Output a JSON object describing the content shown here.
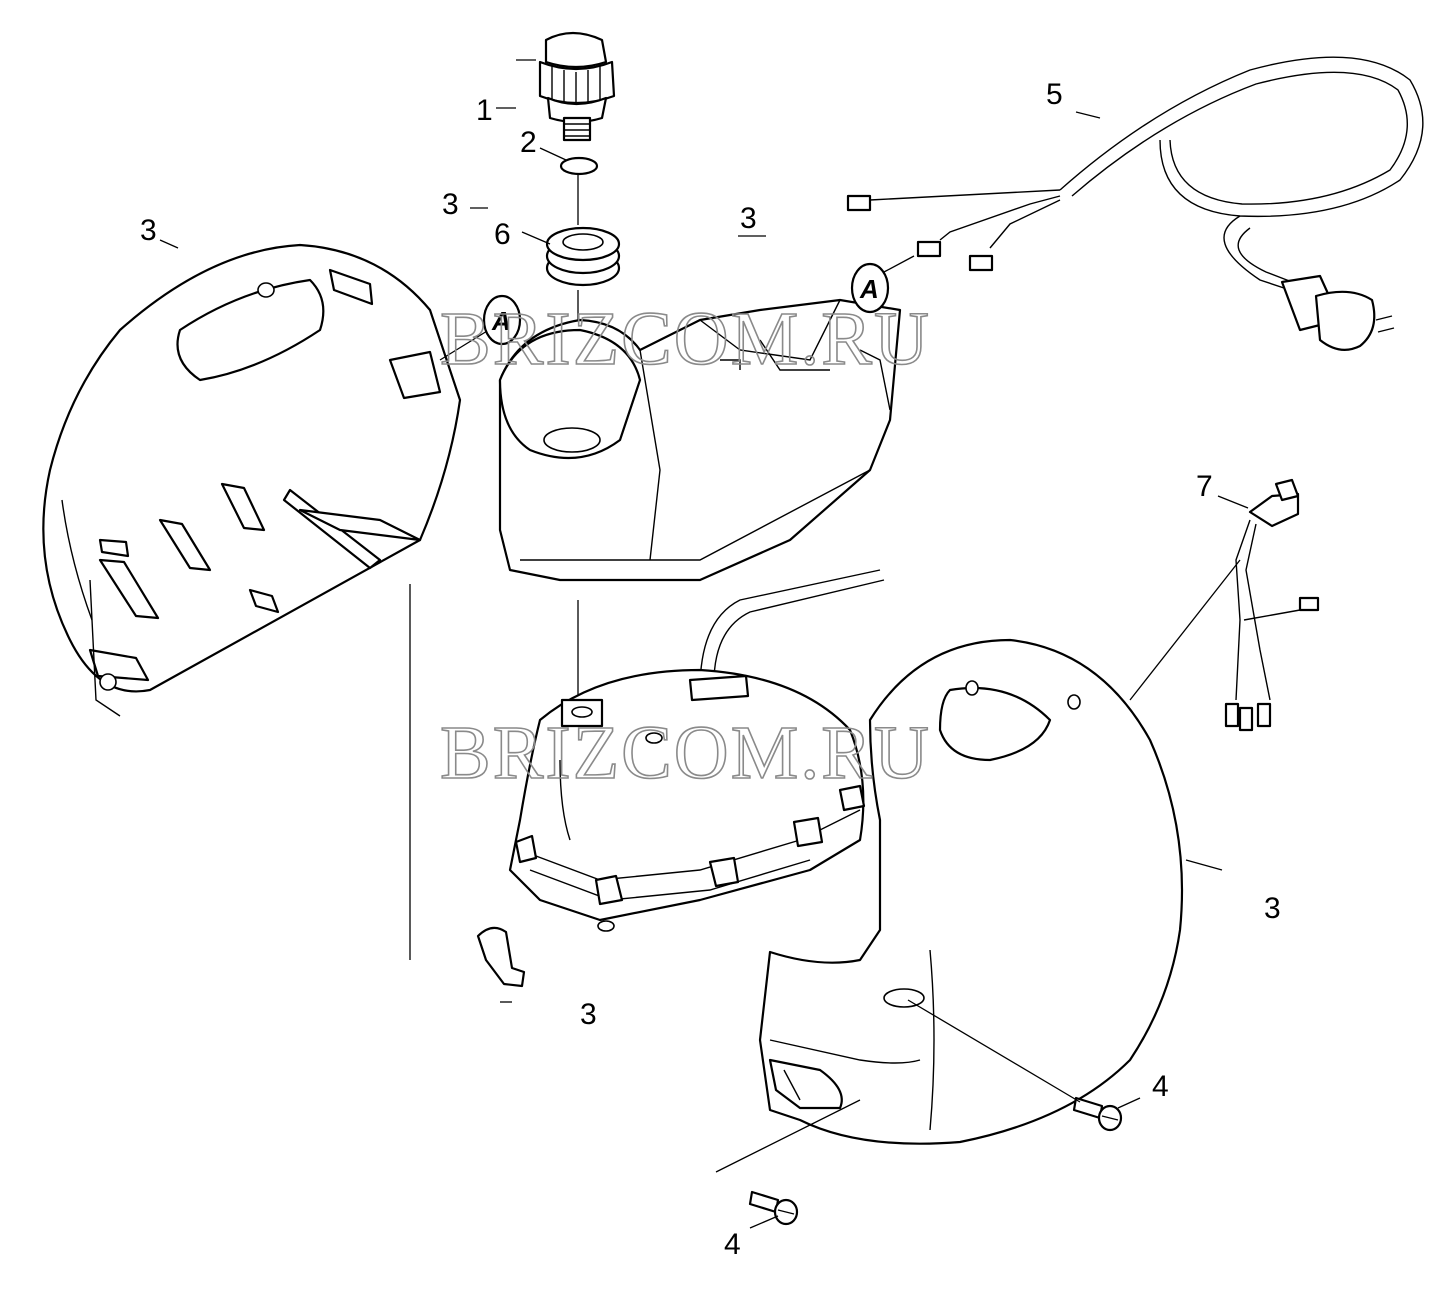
{
  "diagram": {
    "watermarks": [
      "BRIZCOM.RU",
      "BRIZCOM.RU"
    ],
    "callouts": [
      {
        "id": "c1",
        "label": "1"
      },
      {
        "id": "c2",
        "label": "2"
      },
      {
        "id": "c3a",
        "label": "3"
      },
      {
        "id": "c6",
        "label": "6"
      },
      {
        "id": "c3b",
        "label": "3"
      },
      {
        "id": "c3c",
        "label": "3"
      },
      {
        "id": "c5",
        "label": "5"
      },
      {
        "id": "c7",
        "label": "7"
      },
      {
        "id": "c3d",
        "label": "3"
      },
      {
        "id": "c3e",
        "label": "3"
      },
      {
        "id": "c4a",
        "label": "4"
      },
      {
        "id": "c4b",
        "label": "4"
      }
    ],
    "markers": [
      {
        "id": "ma",
        "label": "A"
      },
      {
        "id": "mb",
        "label": "A"
      }
    ]
  }
}
